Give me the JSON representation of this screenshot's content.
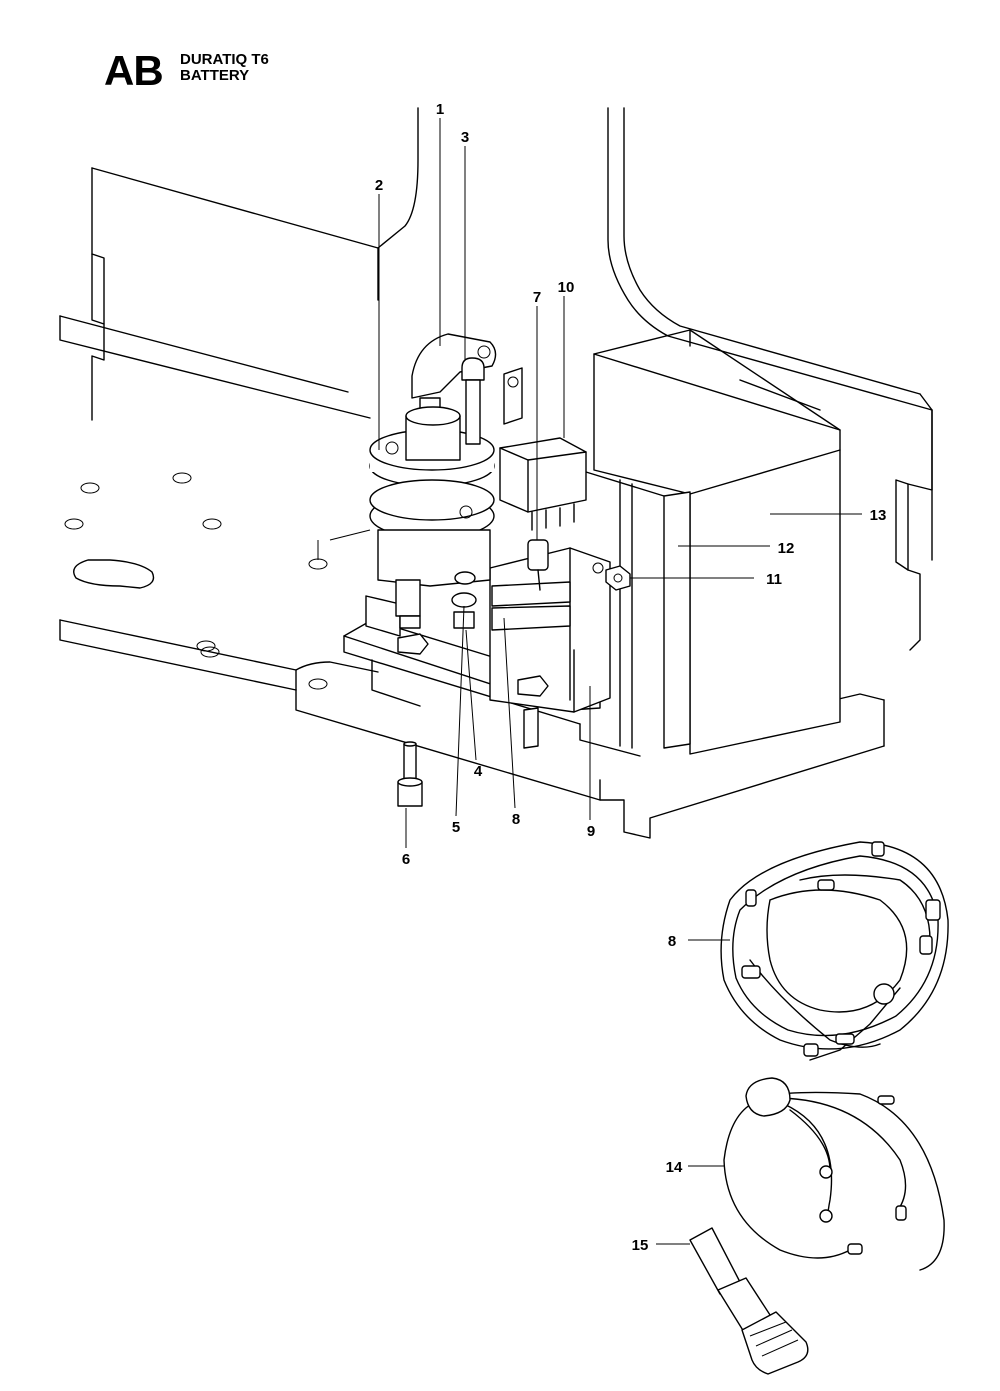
{
  "header": {
    "section_code": "AB",
    "model": "DURATIQ T6",
    "group": "BATTERY"
  },
  "callouts": [
    {
      "id": "1",
      "label": "1"
    },
    {
      "id": "2",
      "label": "2"
    },
    {
      "id": "3",
      "label": "3"
    },
    {
      "id": "4",
      "label": "4"
    },
    {
      "id": "5",
      "label": "5"
    },
    {
      "id": "6",
      "label": "6"
    },
    {
      "id": "7",
      "label": "7"
    },
    {
      "id": "8a",
      "label": "8"
    },
    {
      "id": "9",
      "label": "9"
    },
    {
      "id": "10",
      "label": "10"
    },
    {
      "id": "11",
      "label": "11"
    },
    {
      "id": "12",
      "label": "12"
    },
    {
      "id": "13",
      "label": "13"
    },
    {
      "id": "8b",
      "label": "8"
    },
    {
      "id": "14",
      "label": "14"
    },
    {
      "id": "15",
      "label": "15"
    }
  ]
}
